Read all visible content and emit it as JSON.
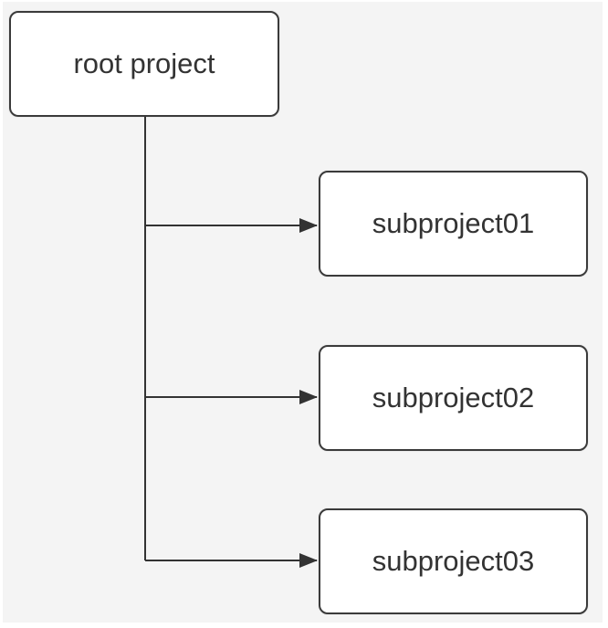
{
  "diagram": {
    "root": {
      "label": "root project"
    },
    "children": [
      {
        "label": "subproject01"
      },
      {
        "label": "subproject02"
      },
      {
        "label": "subproject03"
      }
    ]
  },
  "colors": {
    "background": "#f4f4f4",
    "node_fill": "#ffffff",
    "node_border": "#3a3a3a",
    "line": "#333333",
    "text": "#333333"
  }
}
